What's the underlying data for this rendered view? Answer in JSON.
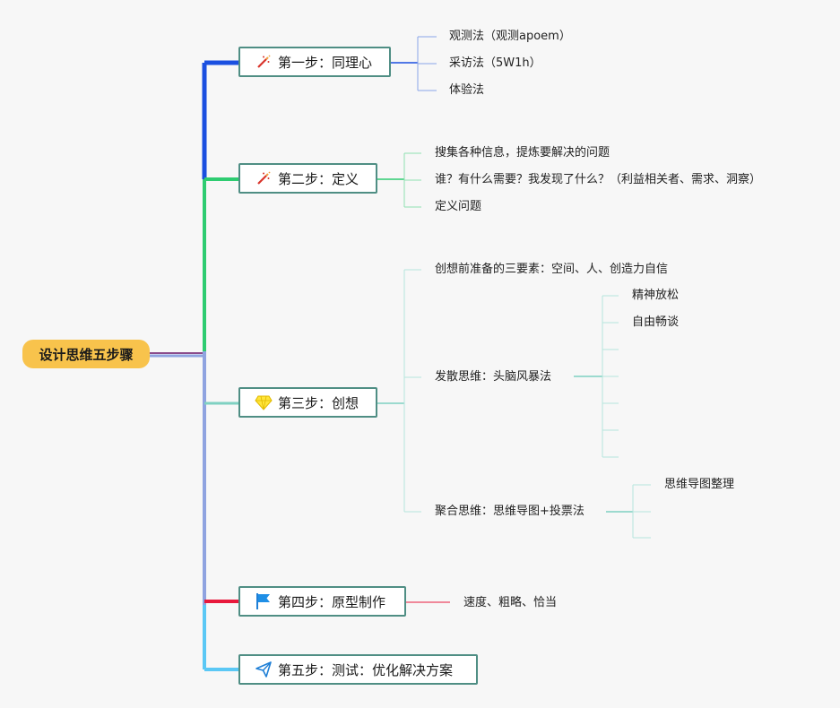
{
  "root": {
    "label": "设计思维五步骤"
  },
  "steps": [
    {
      "label": "第一步：同理心",
      "icon": "magic-wand-icon",
      "color": "#1a4fe0",
      "children": [
        "观测法（观测apoem）",
        "采访法（5W1h）",
        "体验法"
      ]
    },
    {
      "label": "第二步：定义",
      "icon": "magic-wand-icon",
      "color": "#2ecc71",
      "children": [
        "搜集各种信息，提炼要解决的问题",
        "谁？有什么需要？我发现了什么？（利益相关者、需求、洞察）",
        "定义问题"
      ]
    },
    {
      "label": "第三步：创想",
      "icon": "diamond-icon",
      "color": "#7fd1c2",
      "children": [
        {
          "label": "创想前准备的三要素：空间、人、创造力自信"
        },
        {
          "label": "发散思维：头脑风暴法",
          "children": [
            "精神放松",
            "自由畅谈",
            "",
            "",
            "",
            "",
            ""
          ]
        },
        {
          "label": "聚合思维：思维导图+投票法",
          "children": [
            "思维导图整理",
            "",
            ""
          ]
        }
      ]
    },
    {
      "label": "第四步：原型制作",
      "icon": "flag-icon",
      "color": "#e8193c",
      "children": [
        "速度、粗略、恰当"
      ]
    },
    {
      "label": "第五步：测试：优化解决方案",
      "icon": "paper-plane-icon",
      "color": "#5bc8f5",
      "children": []
    }
  ]
}
